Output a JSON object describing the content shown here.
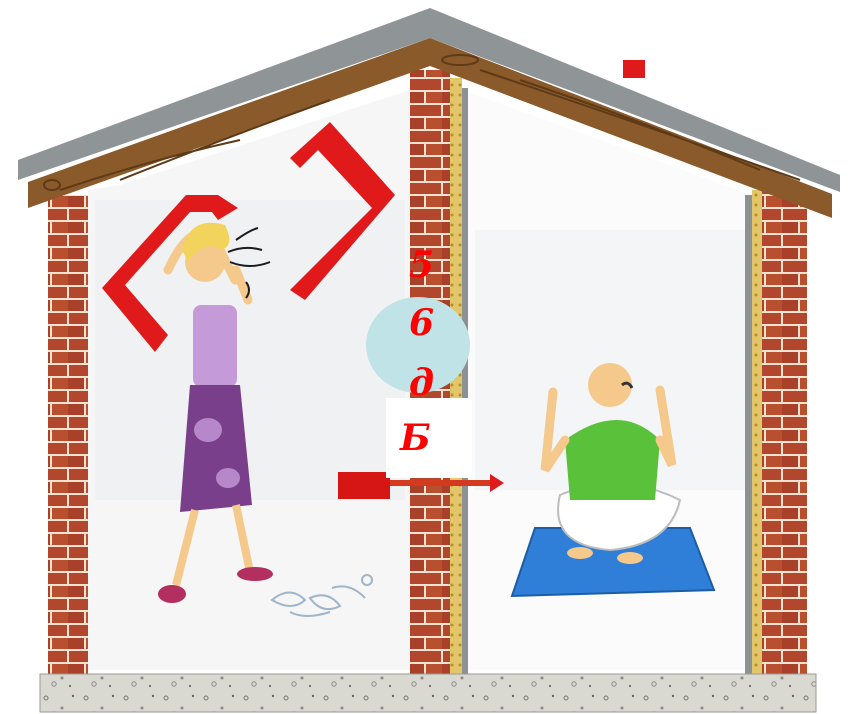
{
  "diagram": {
    "noise_level_label": [
      "5",
      "6",
      "д",
      "Б"
    ]
  },
  "colors": {
    "brick": "#b2472e",
    "mortar": "#f1e3cf",
    "roof_wood": "#8a5a2b",
    "roof_metal": "#8f9497",
    "arrow_red": "#e01a1a",
    "insulation": "#e3c56a",
    "foundation": "#d9d9d2",
    "mat_blue": "#2f7fd8",
    "shirt_green": "#5ac13a",
    "top_purple": "#c59ad8",
    "skirt_purple": "#7a3f8b",
    "circle_fill": "#bfe3e6"
  }
}
